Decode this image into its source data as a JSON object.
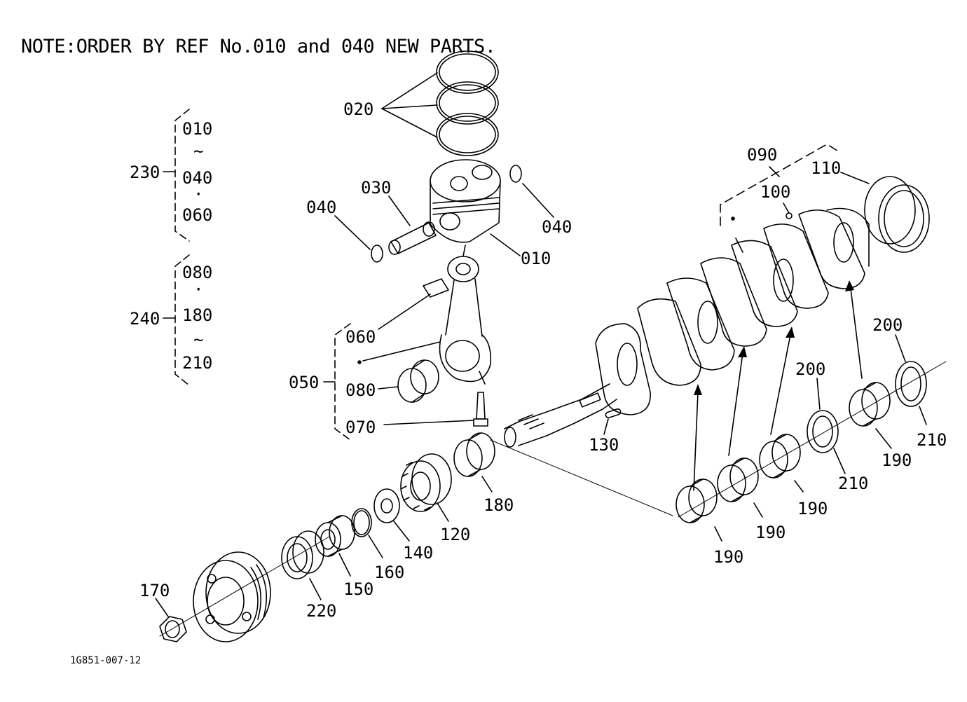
{
  "note": "NOTE:ORDER BY REF No.010 and 040 NEW PARTS.",
  "drawing_code": "1G851-007-12",
  "groups": {
    "g230": {
      "ref": "230",
      "items": [
        "010",
        "~",
        "040",
        "·",
        "060"
      ]
    },
    "g240": {
      "ref": "240",
      "items": [
        "080",
        "·",
        "180",
        "~",
        "210"
      ]
    }
  },
  "callouts": {
    "r020": "020",
    "r030": "030",
    "r040a": "040",
    "r040b": "040",
    "r010": "010",
    "r060": "060",
    "r050": "050",
    "r080": "080",
    "r070": "070",
    "r090": "090",
    "r100": "100",
    "r110": "110",
    "r130": "130",
    "r180": "180",
    "r120": "120",
    "r140": "140",
    "r160": "160",
    "r150": "150",
    "r220": "220",
    "r170": "170",
    "r200a": "200",
    "r200b": "200",
    "r190a": "190",
    "r190b": "190",
    "r190c": "190",
    "r190d": "190",
    "r210a": "210",
    "r210b": "210"
  }
}
